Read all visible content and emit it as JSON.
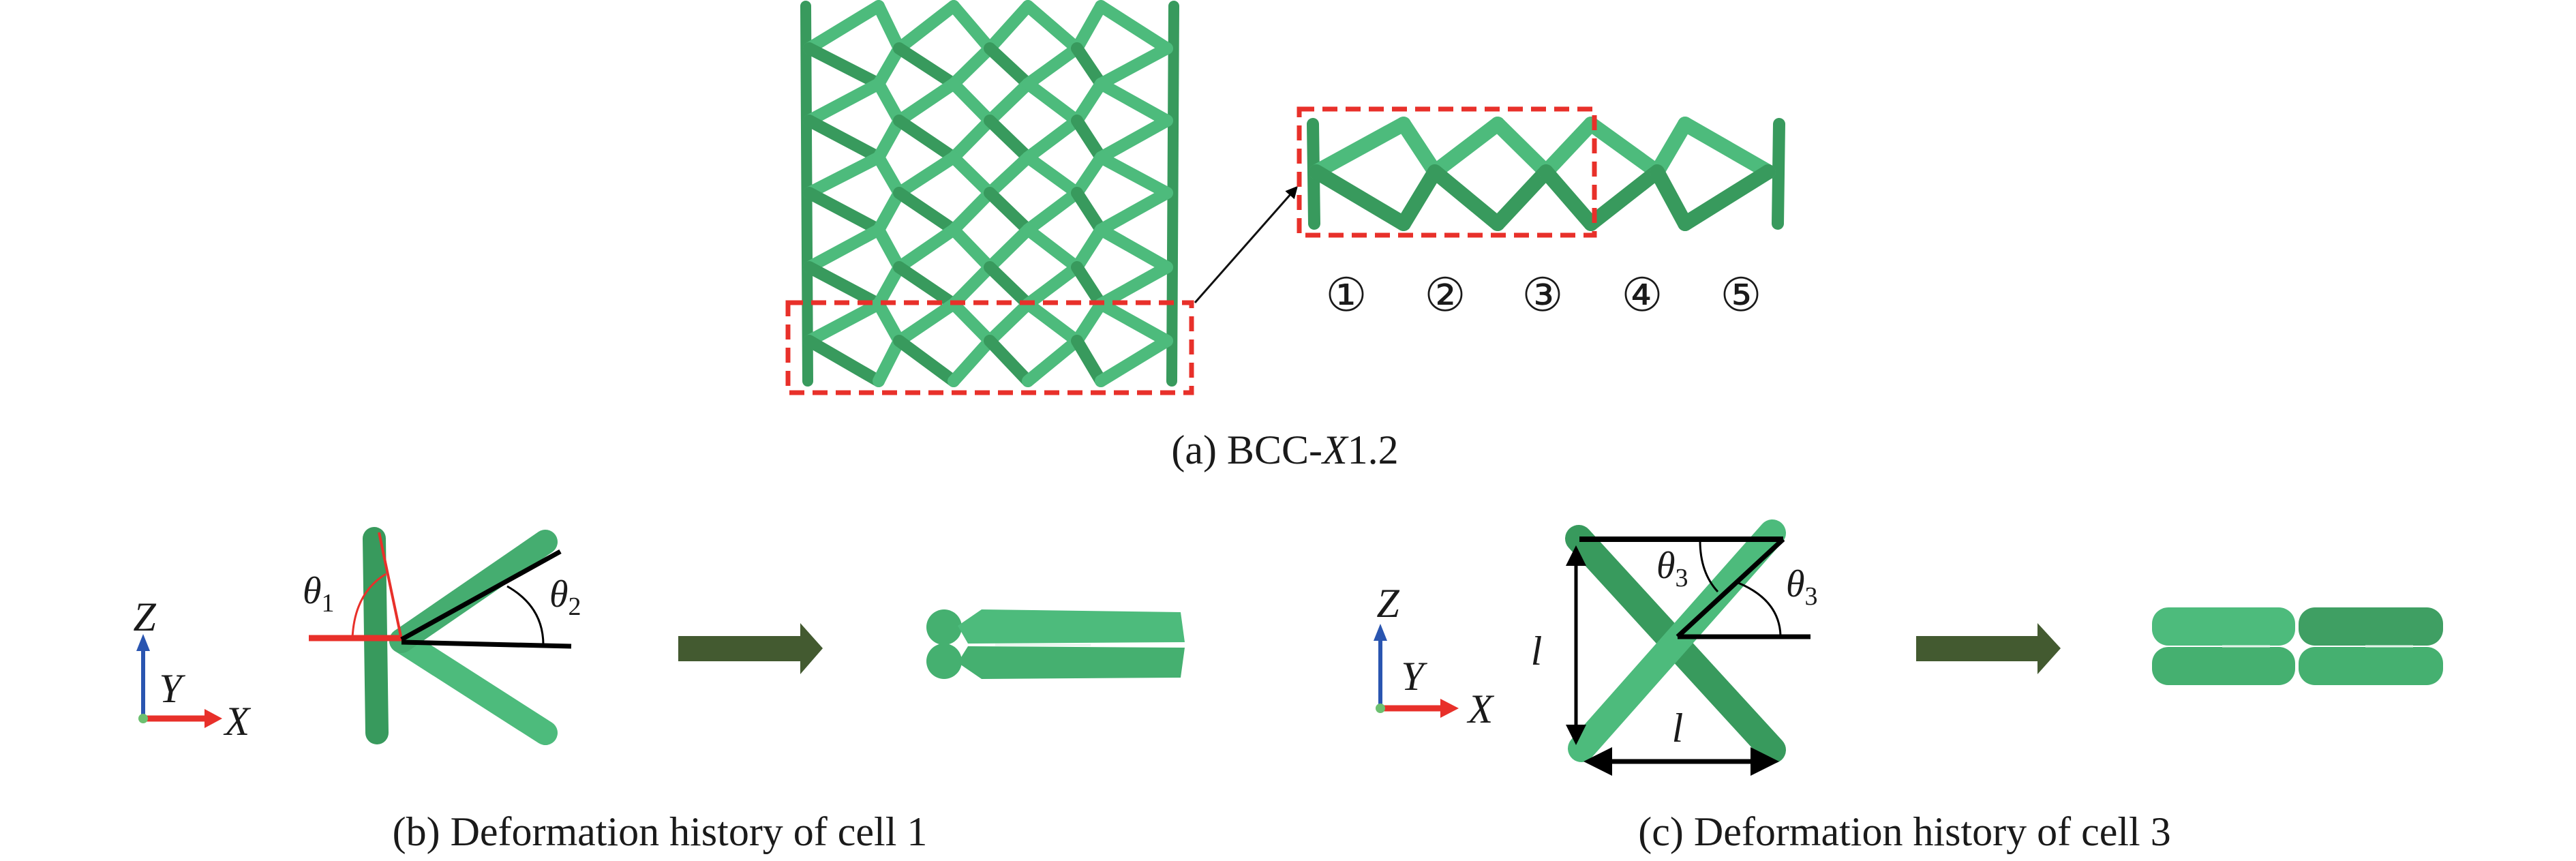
{
  "panel_a": {
    "caption_prefix": "(a) BCC-",
    "caption_italic": "X",
    "caption_suffix": "1.2",
    "cell_numbers": [
      "①",
      "②",
      "③",
      "④",
      "⑤"
    ]
  },
  "panel_b": {
    "caption": "(b) Deformation history of cell 1",
    "axes": {
      "z": "Z",
      "y": "Y",
      "x": "X"
    },
    "angle_1": {
      "symbol": "θ",
      "sub": "1"
    },
    "angle_2": {
      "symbol": "θ",
      "sub": "2"
    }
  },
  "panel_c": {
    "caption": "(c) Deformation history of cell 3",
    "axes": {
      "z": "Z",
      "y": "Y",
      "x": "X"
    },
    "angle_3a": {
      "symbol": "θ",
      "sub": "3"
    },
    "angle_3b": {
      "symbol": "θ",
      "sub": "3"
    },
    "length_vertical": "l",
    "length_horizontal": "l"
  },
  "colors": {
    "strut": "#4dbb7c",
    "strut_dark": "#389a5d",
    "highlight": "#e8302a",
    "arrow": "#435a30",
    "axis_z": "#2a55b0",
    "axis_x": "#e8302a"
  }
}
